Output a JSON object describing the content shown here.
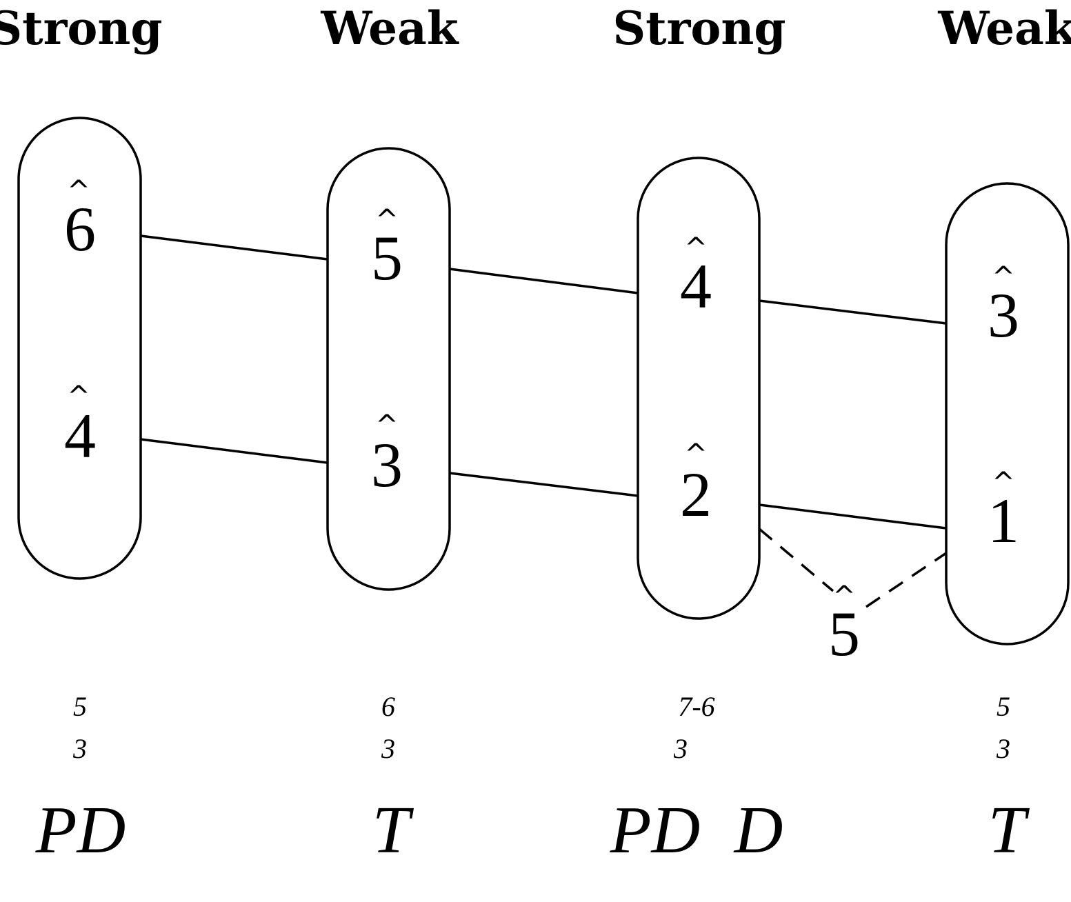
{
  "columns": [
    {
      "beat": "Strong",
      "degrees": [
        "6",
        "4"
      ],
      "figures": [
        "5",
        "3"
      ],
      "functions": [
        "PD"
      ]
    },
    {
      "beat": "Weak",
      "degrees": [
        "5",
        "3"
      ],
      "figures": [
        "6",
        "3"
      ],
      "functions": [
        "T"
      ]
    },
    {
      "beat": "Strong",
      "degrees": [
        "4",
        "2"
      ],
      "figures": [
        "7-6",
        "3"
      ],
      "functions": [
        "PD",
        "D"
      ]
    },
    {
      "beat": "Weak",
      "degrees": [
        "3",
        "1"
      ],
      "figures": [
        "5",
        "3"
      ],
      "functions": [
        "T"
      ]
    }
  ],
  "passing_degree": "5",
  "caret_symbol": "^"
}
